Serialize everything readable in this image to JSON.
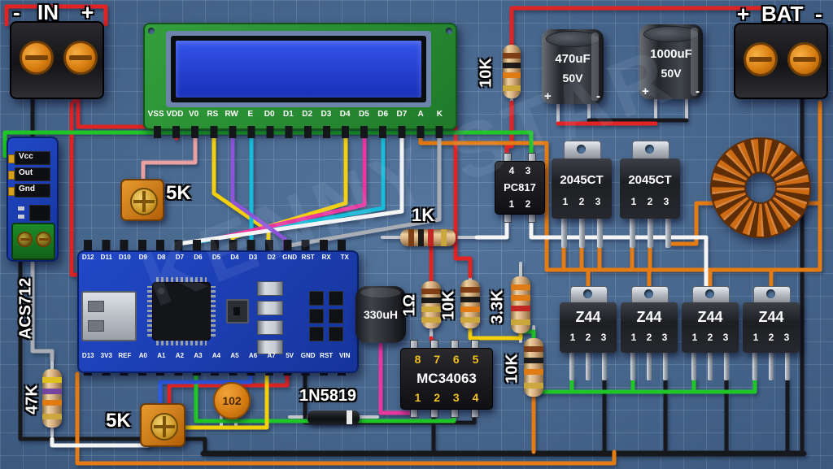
{
  "watermark": "KENNY STAR",
  "terminals": {
    "in": {
      "minus": "-",
      "name": "IN",
      "plus": "+"
    },
    "bat": {
      "plus": "+",
      "name": "BAT",
      "minus": "-"
    }
  },
  "lcd": {
    "pins": [
      "VSS",
      "VDD",
      "V0",
      "RS",
      "RW",
      "E",
      "D0",
      "D1",
      "D2",
      "D3",
      "D4",
      "D5",
      "D6",
      "D7",
      "A",
      "K"
    ]
  },
  "acs712": {
    "name": "ACS712",
    "pins": [
      "Vcc",
      "Out",
      "Gnd"
    ]
  },
  "arduino": {
    "top_pins": [
      "D12",
      "D11",
      "D10",
      "D9",
      "D8",
      "D7",
      "D6",
      "D5",
      "D4",
      "D3",
      "D2",
      "GND",
      "RST",
      "RX",
      "TX"
    ],
    "bottom_pins": [
      "D13",
      "3V3",
      "REF",
      "A0",
      "A1",
      "A2",
      "A3",
      "A4",
      "A5",
      "A6",
      "A7",
      "5V",
      "GND",
      "RST",
      "VIN"
    ]
  },
  "capacitors": {
    "c470": {
      "value": "470uF",
      "voltage": "50V",
      "plus": "+",
      "minus": "-"
    },
    "c1000": {
      "value": "1000uF",
      "voltage": "50V",
      "plus": "+",
      "minus": "-"
    }
  },
  "resistors": {
    "r10k_top": "10K",
    "r1k": "1K",
    "r1ohm": "1Ω",
    "r10k_mid": "10K",
    "r3k3": "3.3K",
    "r10k_low": "10K",
    "r47k": "47K"
  },
  "potentiometers": {
    "pot1": "5K",
    "pot2": "5K"
  },
  "optocoupler": {
    "name": "PC817",
    "pins_top": "4   3",
    "pins_bottom": "1   2"
  },
  "regulator": {
    "name": "MC34063",
    "pins_top": "8  7  6  5",
    "pins_bottom": "1  2  3  4"
  },
  "rectifiers": {
    "d1": {
      "name": "2045CT",
      "pins": "1  2  3"
    },
    "d2": {
      "name": "2045CT",
      "pins": "1  2  3"
    }
  },
  "mosfets": {
    "q1": {
      "name": "Z44",
      "pins": "1  2  3"
    },
    "q2": {
      "name": "Z44",
      "pins": "1  2  3"
    },
    "q3": {
      "name": "Z44",
      "pins": "1  2  3"
    },
    "q4": {
      "name": "Z44",
      "pins": "1  2  3"
    }
  },
  "inductor_330": "330uH",
  "diode_schottky": "1N5819",
  "cap_disc": "102"
}
